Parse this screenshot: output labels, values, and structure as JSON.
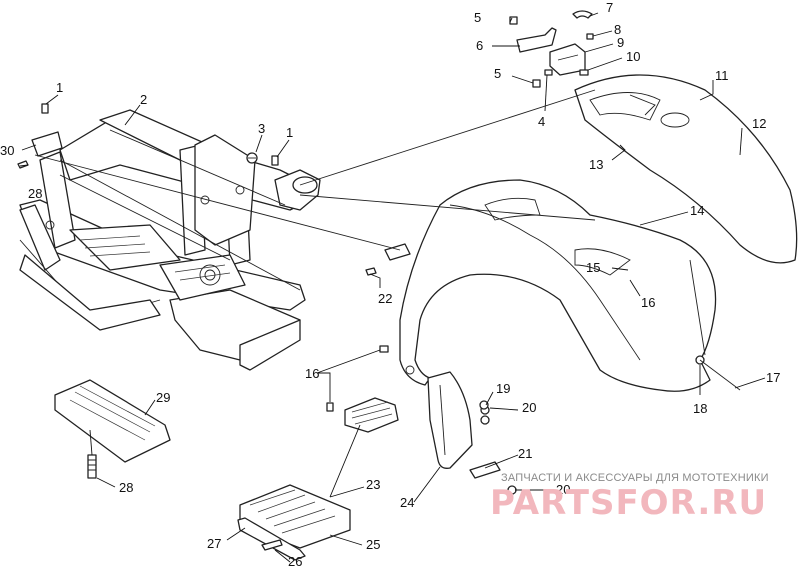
{
  "callouts": {
    "c1a": "1",
    "c1b": "1",
    "c2": "2",
    "c3": "3",
    "c4": "4",
    "c5a": "5",
    "c5b": "5",
    "c6": "6",
    "c7": "7",
    "c8": "8",
    "c9": "9",
    "c10": "10",
    "c11": "11",
    "c12": "12",
    "c13": "13",
    "c14": "14",
    "c15": "15",
    "c16a": "16",
    "c16b": "16",
    "c17": "17",
    "c18": "18",
    "c19": "19",
    "c20a": "20",
    "c20b": "20",
    "c21": "21",
    "c22": "22",
    "c23": "23",
    "c24": "24",
    "c25": "25",
    "c26": "26",
    "c27": "27",
    "c28a": "28",
    "c28b": "28",
    "c29": "29",
    "c30": "30"
  },
  "watermark": {
    "subtitle": "ЗАПЧАСТИ И АКСЕССУАРЫ ДЛЯ МОТОТЕХНИКИ",
    "brand": "PARTSFOR.RU",
    "color": "#f2b7bd"
  }
}
